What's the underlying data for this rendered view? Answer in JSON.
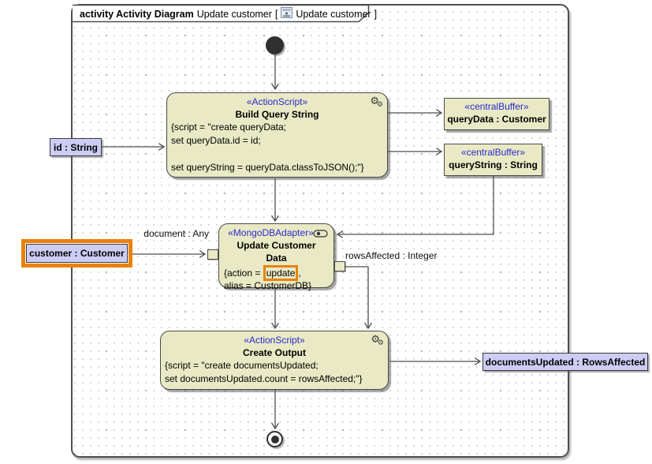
{
  "frame": {
    "kind_label": "activity Activity Diagram",
    "diagram_name": "Update customer",
    "bracket_open": "[",
    "ref_name": "Update customer",
    "bracket_close": "]"
  },
  "icons": {
    "gear": "⚙",
    "diagram_thumbnail": "activity-diagram-icon",
    "adapter_badge": "stadium-toggle-icon"
  },
  "colors": {
    "node_fill": "#e9e9c5",
    "param_fill": "#cdccf4",
    "stereotype_text": "#2a2ace",
    "selection_orange": "#e8820c",
    "edge": "#4d4d4d"
  },
  "nodes": {
    "build": {
      "stereotype": "«ActionScript»",
      "name": "Build Query String",
      "script_lines": [
        "{script = \"create queryData;",
        "set queryData.id = id;",
        "",
        "set queryString = queryData.classToJSON();\"}"
      ]
    },
    "query_data_buffer": {
      "stereotype": "«centralBuffer»",
      "name": "queryData : Customer"
    },
    "query_string_buffer": {
      "stereotype": "«centralBuffer»",
      "name": "queryString : String"
    },
    "id_param": {
      "label": "id : String"
    },
    "mongo": {
      "stereotype": "«MongoDBAdapter»",
      "name_line1": "Update Customer",
      "name_line2": "Data",
      "action_prefix": "{action = ",
      "action_value": "update",
      "action_suffix": ",",
      "alias_line": "alias = CustomerDB}"
    },
    "customer_param": {
      "label": "customer : Customer"
    },
    "create_output": {
      "stereotype": "«ActionScript»",
      "name": "Create Output",
      "script_lines": [
        "{script = \"create documentsUpdated;",
        "set documentsUpdated.count = rowsAffected;\"}"
      ]
    },
    "documents_param": {
      "label": "documentsUpdated : RowsAffected"
    }
  },
  "edge_labels": {
    "document": "document : Any",
    "rows_affected": "rowsAffected : Integer"
  }
}
